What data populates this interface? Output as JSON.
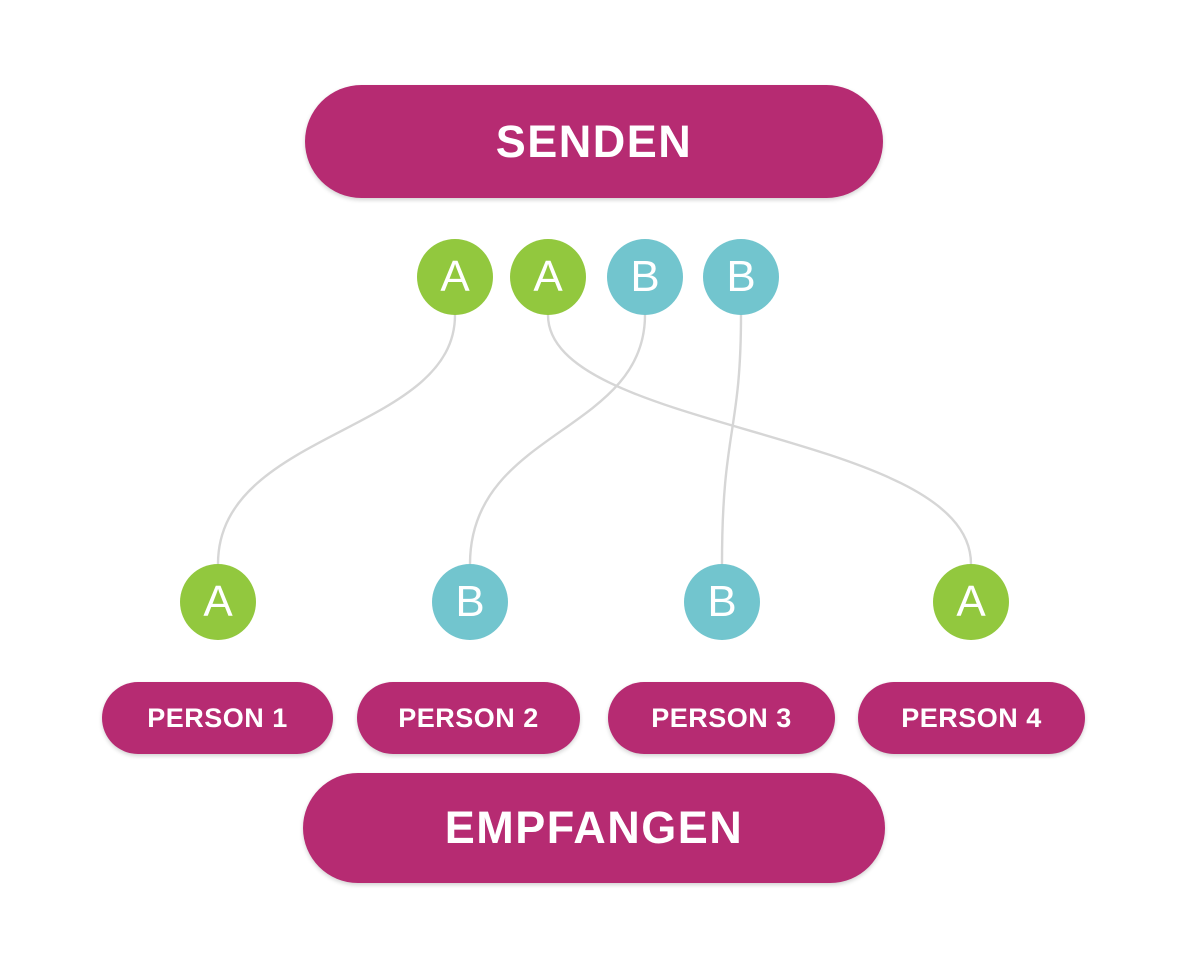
{
  "colors": {
    "magenta": "#B62B72",
    "green": "#92C83E",
    "teal": "#72C5CE",
    "line": "#D6D6D6",
    "background": "#FFFFFF"
  },
  "send": {
    "label": "SENDEN"
  },
  "receive": {
    "label": "EMPFANGEN"
  },
  "senders": [
    {
      "label": "A",
      "type": "a"
    },
    {
      "label": "A",
      "type": "a"
    },
    {
      "label": "B",
      "type": "b"
    },
    {
      "label": "B",
      "type": "b"
    }
  ],
  "receivers": [
    {
      "label": "A",
      "type": "a",
      "person_label": "PERSON 1"
    },
    {
      "label": "B",
      "type": "b",
      "person_label": "PERSON 2"
    },
    {
      "label": "B",
      "type": "b",
      "person_label": "PERSON 3"
    },
    {
      "label": "A",
      "type": "a",
      "person_label": "PERSON 4"
    }
  ],
  "connections": [
    {
      "from": 0,
      "to": 0
    },
    {
      "from": 1,
      "to": 3
    },
    {
      "from": 2,
      "to": 1
    },
    {
      "from": 3,
      "to": 2
    }
  ]
}
